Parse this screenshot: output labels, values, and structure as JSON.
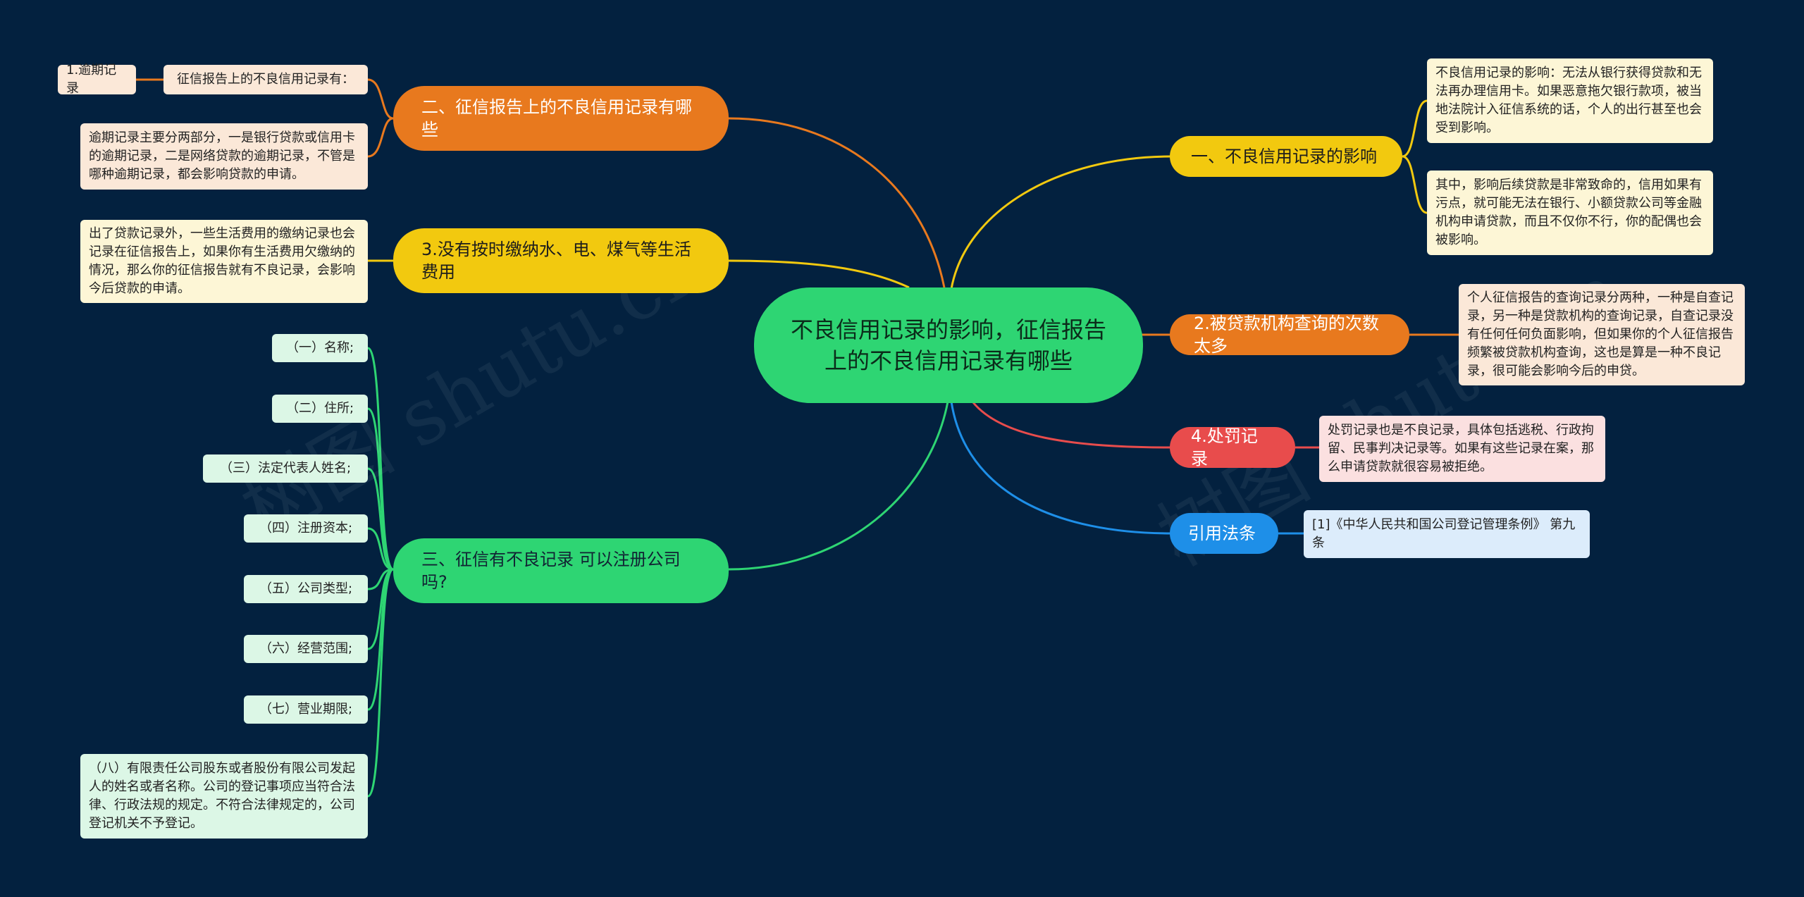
{
  "center": "不良信用记录的影响，征信报告上的不良信用记录有哪些",
  "right": {
    "b1": {
      "label": "一、不良信用记录的影响",
      "leaves": [
        "不良信用记录的影响：无法从银行获得贷款和无法再办理信用卡。如果恶意拖欠银行款项，被当地法院计入征信系统的话，个人的出行甚至也会受到影响。",
        "其中，影响后续贷款是非常致命的，信用如果有污点，就可能无法在银行、小额贷款公司等金融机构申请贷款，而且不仅你不行，你的配偶也会被影响。"
      ]
    },
    "b2": {
      "label": "2.被贷款机构查询的次数太多",
      "leaf": "个人征信报告的查询记录分两种，一种是自查记录，另一种是贷款机构的查询记录，自查记录没有任何任何负面影响，但如果你的个人征信报告频繁被贷款机构查询，这也是算是一种不良记录，很可能会影响今后的申贷。"
    },
    "b3": {
      "label": "4.处罚记录",
      "leaf": "处罚记录也是不良记录，具体包括逃税、行政拘留、民事判决记录等。如果有这些记录在案，那么申请贷款就很容易被拒绝。"
    },
    "b4": {
      "label": "引用法条",
      "leaf": "[1]《中华人民共和国公司登记管理条例》 第九条"
    }
  },
  "left": {
    "b1": {
      "label": "二、征信报告上的不良信用记录有哪些",
      "sub": "征信报告上的不良信用记录有：",
      "subsub": "1.逾期记录",
      "leaf": "逾期记录主要分两部分，一是银行贷款或信用卡的逾期记录，二是网络贷款的逾期记录，不管是哪种逾期记录，都会影响贷款的申请。"
    },
    "b2": {
      "label": "3.没有按时缴纳水、电、煤气等生活费用",
      "leaf": "出了贷款记录外，一些生活费用的缴纳记录也会记录在征信报告上，如果你有生活费用欠缴纳的情况，那么你的征信报告就有不良记录，会影响今后贷款的申请。"
    },
    "b3": {
      "label": "三、征信有不良记录 可以注册公司吗?",
      "items": [
        "（一）名称;",
        "（二）住所;",
        "（三）法定代表人姓名;",
        "（四）注册资本;",
        "（五）公司类型;",
        "（六）经营范围;",
        "（七）营业期限;",
        "（八）有限责任公司股东或者股份有限公司发起人的姓名或者名称。公司的登记事项应当符合法律、行政法规的规定。不符合法律规定的，公司登记机关不予登记。"
      ]
    }
  },
  "watermarks": [
    "树图 shutu.cn",
    "树图 shutu.cn"
  ],
  "colors": {
    "background": "#03213f",
    "center": "#2ed573",
    "orange": "#e8791e",
    "yellow": "#f2c90f",
    "green": "#2ed573",
    "red": "#e84c4c",
    "blue": "#1e8fe8"
  }
}
